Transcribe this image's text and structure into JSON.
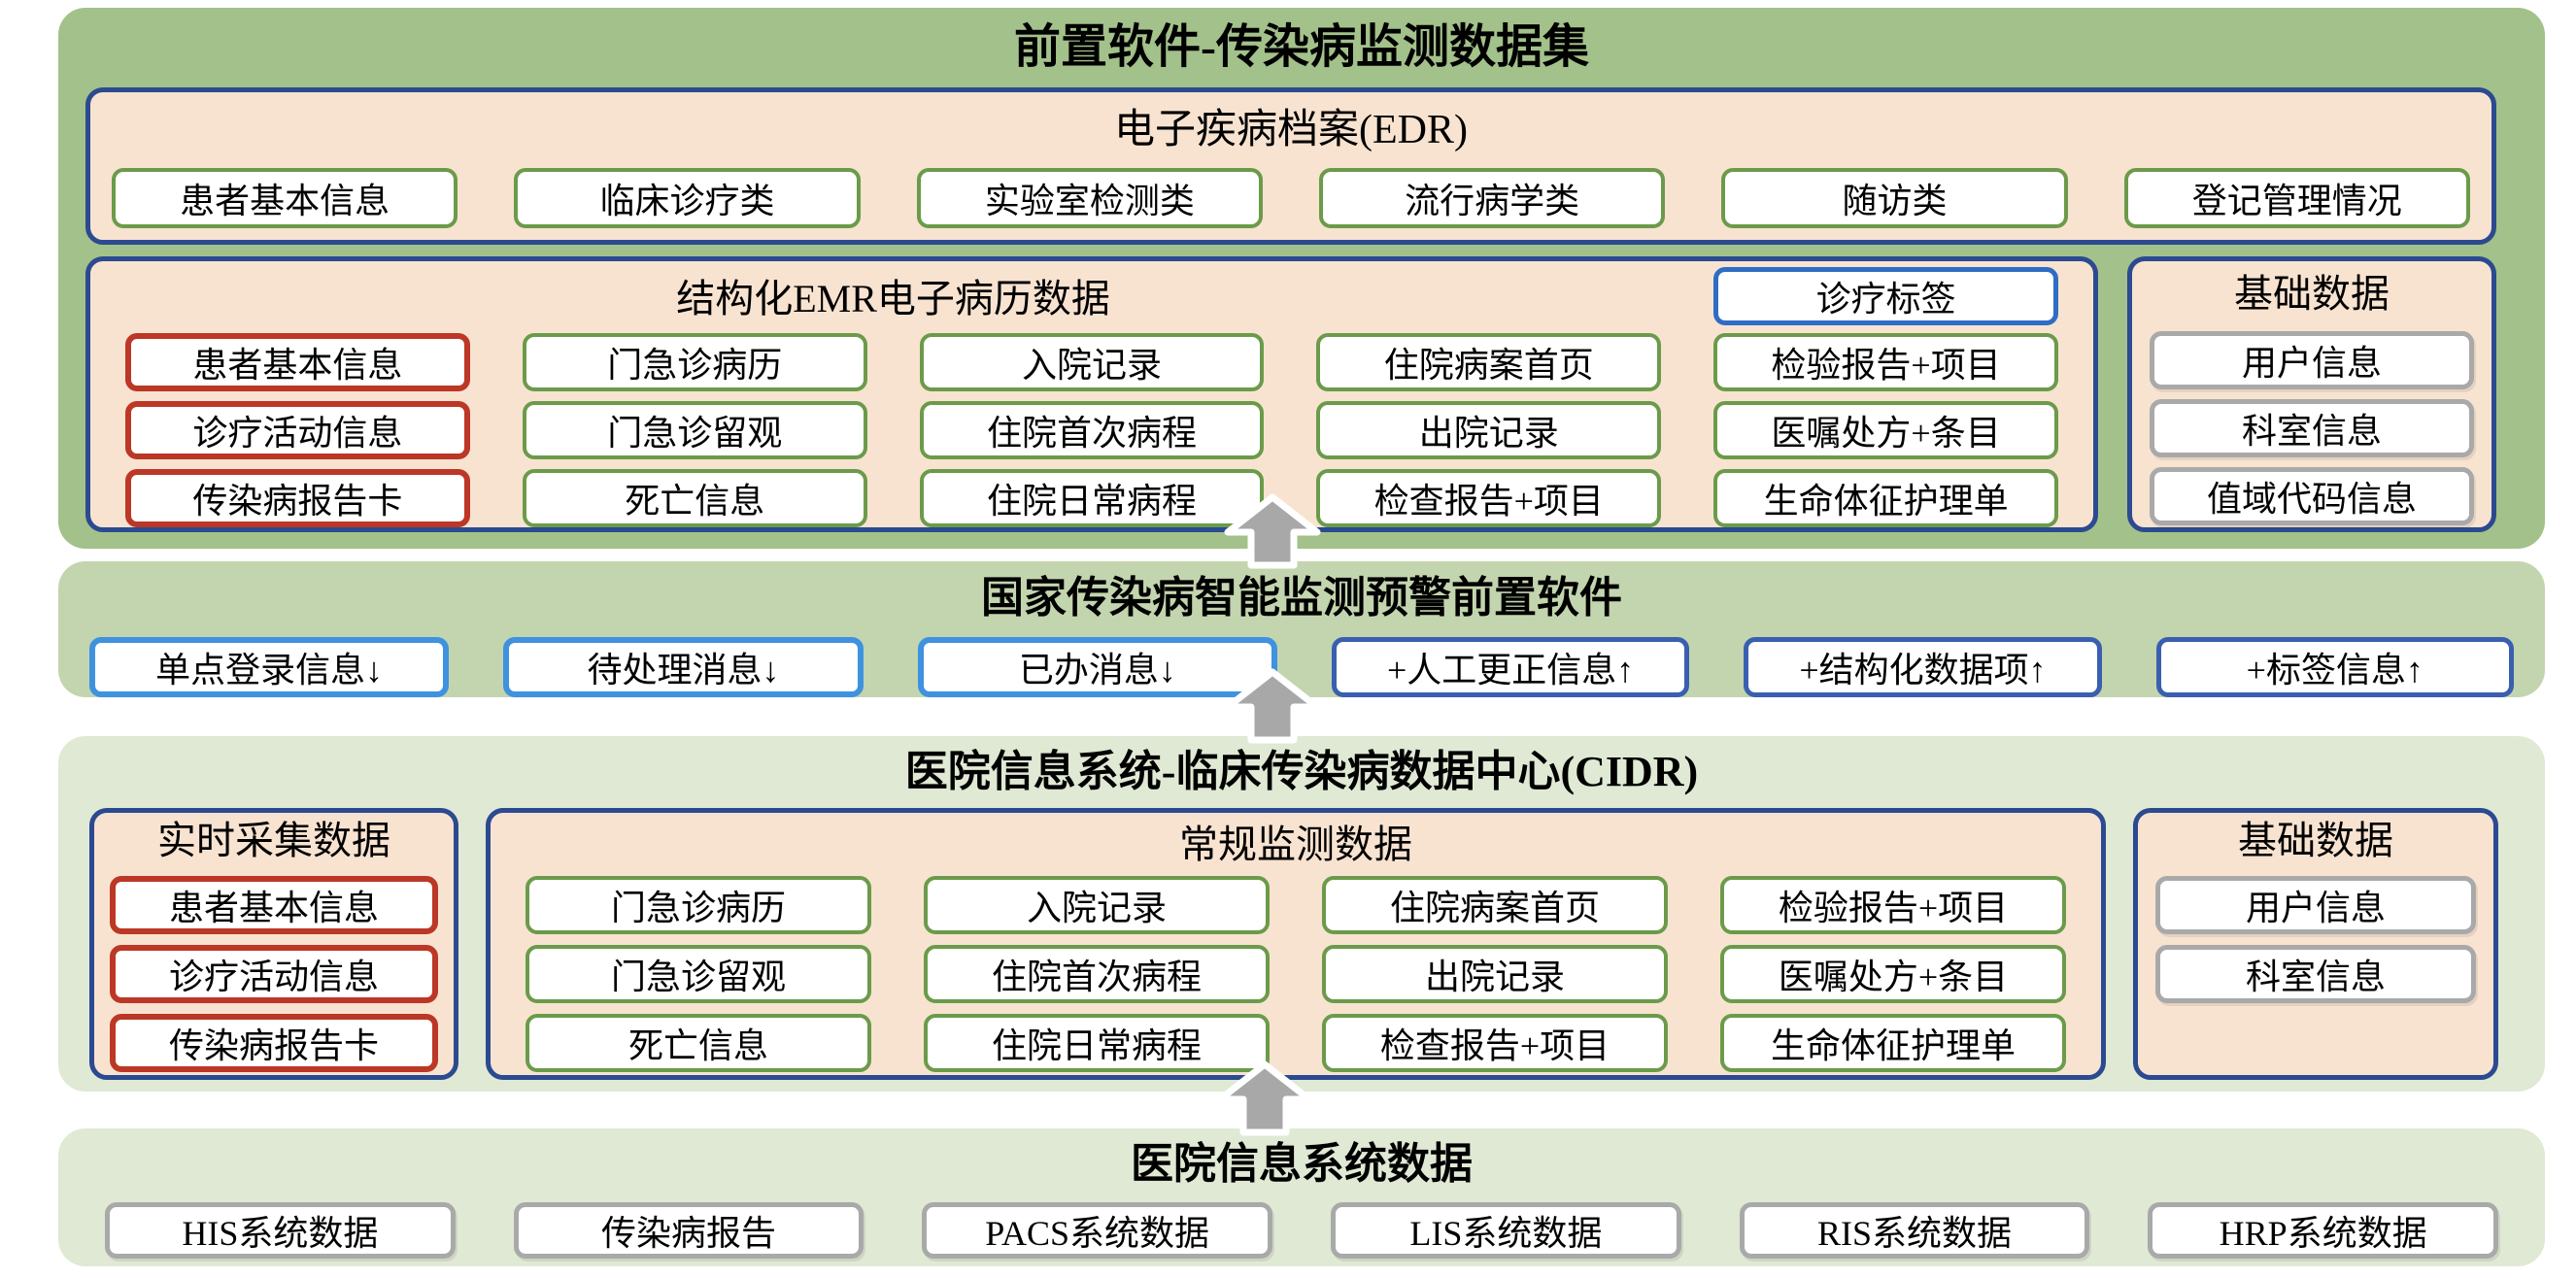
{
  "colors": {
    "band_top_green": "#a3c18a",
    "band_mid_green": "#c3d5ae",
    "band_light_green": "#dfe9d4",
    "panel_peach": "#f8e3d1",
    "panel_border_navy": "#2b4a90",
    "box_border_green": "#6b9b4a",
    "box_border_red": "#bc3726",
    "box_border_gray": "#a9a9a9",
    "box_border_sky_blue": "#3e92df",
    "box_border_royal_blue": "#3a5fb0",
    "box_border_tag_blue": "#2f6cc4",
    "arrow_gray": "#a8a8a8"
  },
  "icons": {
    "flow_arrow": "up-arrow"
  },
  "top_section": {
    "title": "前置软件-传染病监测数据集",
    "edr_panel": {
      "title": "电子疾病档案(EDR)",
      "boxes": [
        "患者基本信息",
        "临床诊疗类",
        "实验室检测类",
        "流行病学类",
        "随访类",
        "登记管理情况"
      ]
    },
    "emr_panel": {
      "title": "结构化EMR电子病历数据",
      "tag_label": "诊疗标签",
      "rows": [
        [
          "患者基本信息",
          "门急诊病历",
          "入院记录",
          "住院病案首页",
          "检验报告+项目"
        ],
        [
          "诊疗活动信息",
          "门急诊留观",
          "住院首次病程",
          "出院记录",
          "医嘱处方+条目"
        ],
        [
          "传染病报告卡",
          "死亡信息",
          "住院日常病程",
          "检查报告+项目",
          "生命体征护理单"
        ]
      ]
    },
    "base_panel": {
      "title": "基础数据",
      "boxes": [
        "用户信息",
        "科室信息",
        "值域代码信息"
      ]
    }
  },
  "middle_band": {
    "title": "国家传染病智能监测预警前置软件",
    "boxes": [
      "单点登录信息↓",
      "待处理消息↓",
      "已办消息↓",
      "+人工更正信息↑",
      "+结构化数据项↑",
      "+标签信息↑"
    ]
  },
  "cidr_section": {
    "title": "医院信息系统-临床传染病数据中心(CIDR)",
    "realtime_panel": {
      "title": "实时采集数据",
      "boxes": [
        "患者基本信息",
        "诊疗活动信息",
        "传染病报告卡"
      ]
    },
    "routine_panel": {
      "title": "常规监测数据",
      "rows": [
        [
          "门急诊病历",
          "入院记录",
          "住院病案首页",
          "检验报告+项目"
        ],
        [
          "门急诊留观",
          "住院首次病程",
          "出院记录",
          "医嘱处方+条目"
        ],
        [
          "死亡信息",
          "住院日常病程",
          "检查报告+项目",
          "生命体征护理单"
        ]
      ]
    },
    "base_panel": {
      "title": "基础数据",
      "boxes": [
        "用户信息",
        "科室信息"
      ]
    }
  },
  "bottom_band": {
    "title": "医院信息系统数据",
    "boxes": [
      "HIS系统数据",
      "传染病报告",
      "PACS系统数据",
      "LIS系统数据",
      "RIS系统数据",
      "HRP系统数据"
    ]
  }
}
